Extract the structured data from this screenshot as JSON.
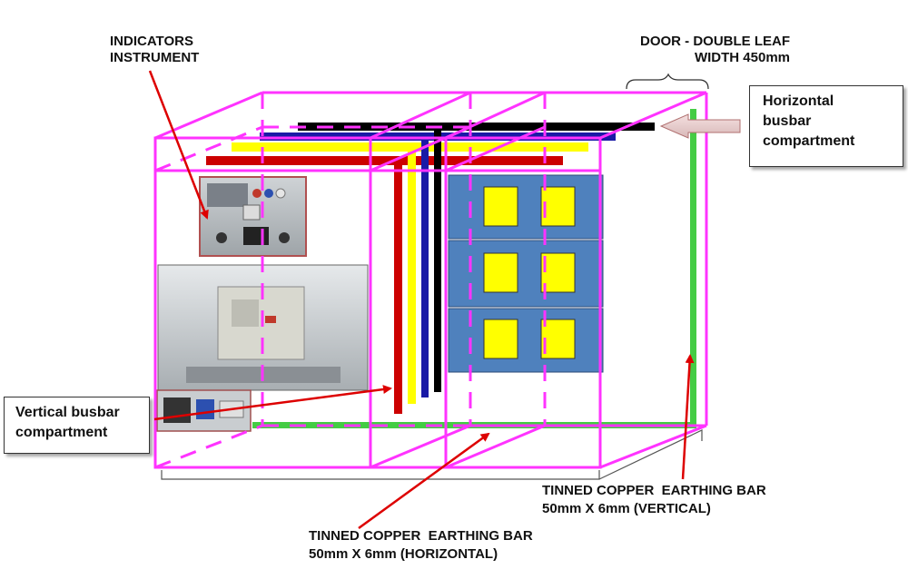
{
  "labels": {
    "indicators_line1": "INDICATORS",
    "indicators_line2": "INSTRUMENT",
    "door_line1": "DOOR - DOUBLE LEAF",
    "door_line2": "WIDTH 450mm",
    "horizontal_busbar_line1": "Horizontal",
    "horizontal_busbar_line2": "busbar",
    "horizontal_busbar_line3": "compartment",
    "vertical_busbar_line1": "Vertical busbar",
    "vertical_busbar_line2": "compartment",
    "earth_vertical_line1": "TINNED COPPER  EARTHING BAR",
    "earth_vertical_line2": "50mm X 6mm (VERTICAL)",
    "earth_horizontal_line1": "TINNED COPPER  EARTHING BAR",
    "earth_horizontal_line2": "50mm X 6mm (HORIZONTAL)"
  },
  "colors": {
    "frame": "#ff33ff",
    "busbar_black": "#000000",
    "busbar_blue": "#1a1aa6",
    "busbar_yellow": "#ffff00",
    "busbar_red": "#cc0000",
    "earth_bar": "#44cc44",
    "module_panel": "#4f81bd",
    "module_window": "#ffff00",
    "arrow": "#dd0000"
  }
}
